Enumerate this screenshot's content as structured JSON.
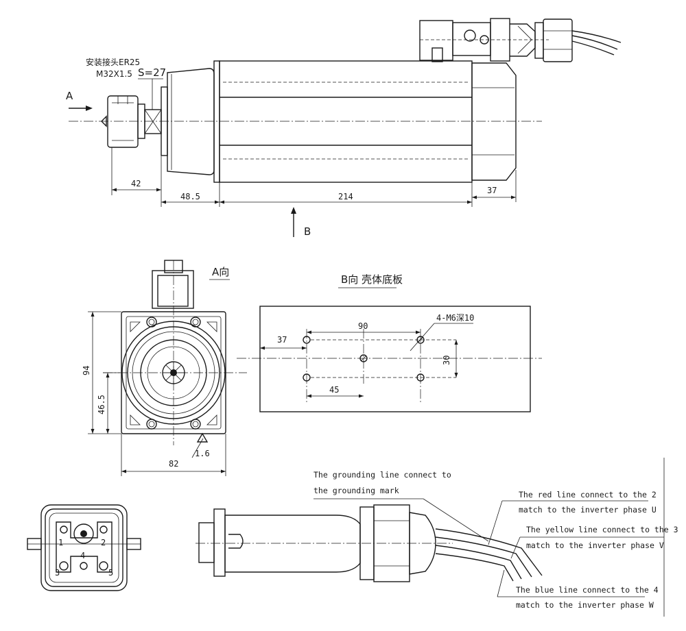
{
  "top_view": {
    "collet_label_line1": "安装接头ER25",
    "collet_label_line2": "M32X1.5",
    "wrench_size": "S=27",
    "arrow_a": "A",
    "arrow_b": "B",
    "dims": {
      "d42": "42",
      "d48_5": "48.5",
      "d214": "214",
      "d37": "37"
    }
  },
  "end_view": {
    "title": "A向",
    "dims": {
      "d94": "94",
      "d46_5": "46.5",
      "d82": "82",
      "d1_6": "1.6"
    }
  },
  "base_view": {
    "title": "B向  壳体底板",
    "hole_spec": "4-M6深10",
    "dims": {
      "d90": "90",
      "d37": "37",
      "d30": "30",
      "d45": "45"
    }
  },
  "connector_face": {
    "pins": [
      "1",
      "2",
      "3",
      "4",
      "5"
    ]
  },
  "plug_view": {
    "ground_note_line1": "The grounding line connect to",
    "ground_note_line2": "the grounding mark",
    "red_note_line1": "The red line connect to the 2",
    "red_note_line2": "match to the inverter phase U",
    "yellow_note_line1": "The yellow line connect to the 3",
    "yellow_note_line2": "match to the inverter phase V",
    "blue_note_line1": "The blue line connect to the 4",
    "blue_note_line2": "match to the inverter phase W"
  }
}
